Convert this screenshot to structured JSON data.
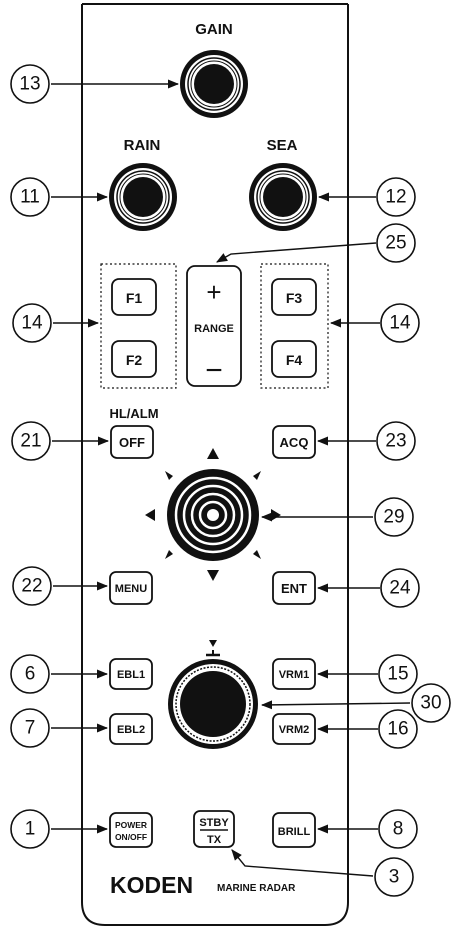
{
  "knob_labels": {
    "gain": "GAIN",
    "rain": "RAIN",
    "sea": "SEA",
    "hl_alm": "HL/ALM"
  },
  "keys": {
    "f1": "F1",
    "f2": "F2",
    "f3": "F3",
    "f4": "F4",
    "range_plus": "+",
    "range": "RANGE",
    "range_minus": "−",
    "off": "OFF",
    "acq": "ACQ",
    "menu": "MENU",
    "ent": "ENT",
    "ebl1": "EBL1",
    "ebl2": "EBL2",
    "vrm1": "VRM1",
    "vrm2": "VRM2",
    "power_line1": "POWER",
    "power_line2": "ON/OFF",
    "stby": "STBY",
    "tx": "TX",
    "brill": "BRILL"
  },
  "brand": {
    "logo": "KODEN",
    "subtitle": "MARINE RADAR"
  },
  "callouts": {
    "gain": "13",
    "rain": "11",
    "sea": "12",
    "fkeys_left": "14",
    "fkeys_right": "14",
    "range": "25",
    "off": "21",
    "acq": "23",
    "trackball": "29",
    "menu": "22",
    "ent": "24",
    "ebl1": "6",
    "vrm1": "15",
    "knob": "30",
    "ebl2": "7",
    "vrm2": "16",
    "power": "1",
    "brill": "8",
    "stby_tx": "3"
  }
}
